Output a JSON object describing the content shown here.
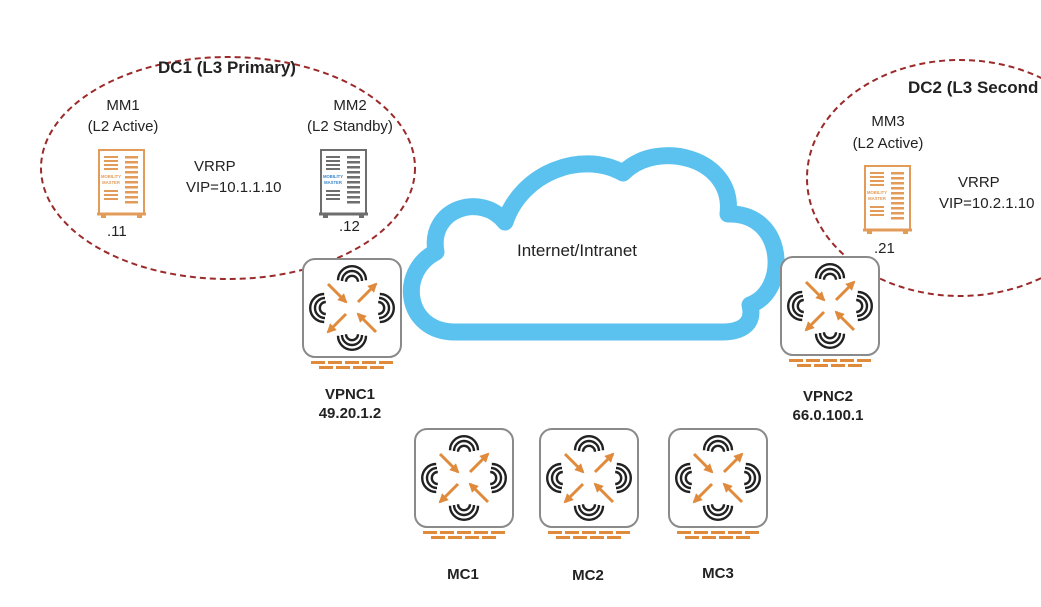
{
  "dc1": {
    "title": "DC1 (L3 Primary)",
    "mm1": {
      "name": "MM1",
      "role": "(L2 Active)",
      "ip": ".11",
      "device_text": "MOBILITY MASTER",
      "color": "#e39b5a"
    },
    "mm2": {
      "name": "MM2",
      "role": "(L2 Standby)",
      "ip": ".12",
      "device_text": "MOBILITY MASTER",
      "color": "#6e6e6e",
      "text_color": "#3a86c8"
    },
    "vrrp": "VRRP",
    "vip": "VIP=10.1.1.10"
  },
  "dc2": {
    "title": "DC2 (L3 Second",
    "mm3": {
      "name": "MM3",
      "role": "(L2 Active)",
      "ip": ".21",
      "device_text": "MOBILITY MASTER",
      "color": "#e39b5a"
    },
    "vrrp": "VRRP",
    "vip": "VIP=10.2.1.10"
  },
  "cloud": {
    "label": "Internet/Intranet",
    "color": "#5bc2ef"
  },
  "vpnc1": {
    "name": "VPNC1",
    "ip": "49.20.1.2"
  },
  "vpnc2": {
    "name": "VPNC2",
    "ip": "66.0.100.1"
  },
  "controllers": [
    {
      "name": "MC1"
    },
    {
      "name": "MC2"
    },
    {
      "name": "MC3"
    }
  ],
  "colors": {
    "dc_border": "#9b2a2a",
    "arrow": "#e08a3c",
    "device_border": "#8a8a8a",
    "brick": "#e08a3c"
  }
}
